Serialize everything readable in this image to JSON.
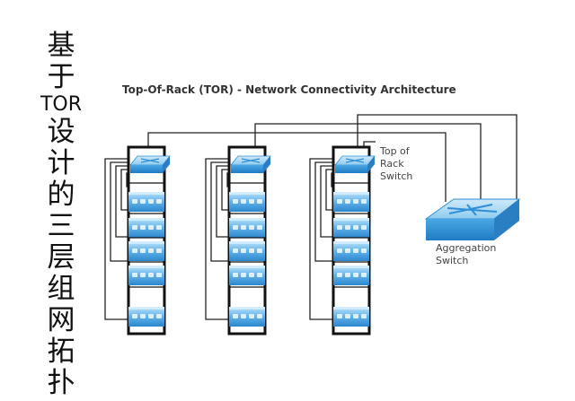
{
  "side_title": [
    "基",
    "于",
    "TOR",
    "设",
    "计",
    "的",
    "三",
    "层",
    "组",
    "网",
    "拓",
    "扑"
  ],
  "diagram": {
    "title": "Top-Of-Rack (TOR) - Network Connectivity Architecture",
    "tor_label": [
      "Top of",
      "Rack",
      "Switch"
    ],
    "aggregation_label": [
      "Aggregation",
      "Switch"
    ],
    "colors": {
      "switch_blue": "#2e8fd6",
      "switch_light": "#9fd4f5",
      "rack_frame": "#111111",
      "cable": "#222222"
    },
    "icons": [
      "tor-switch-icon",
      "server-icon",
      "aggregation-switch-icon"
    ]
  }
}
